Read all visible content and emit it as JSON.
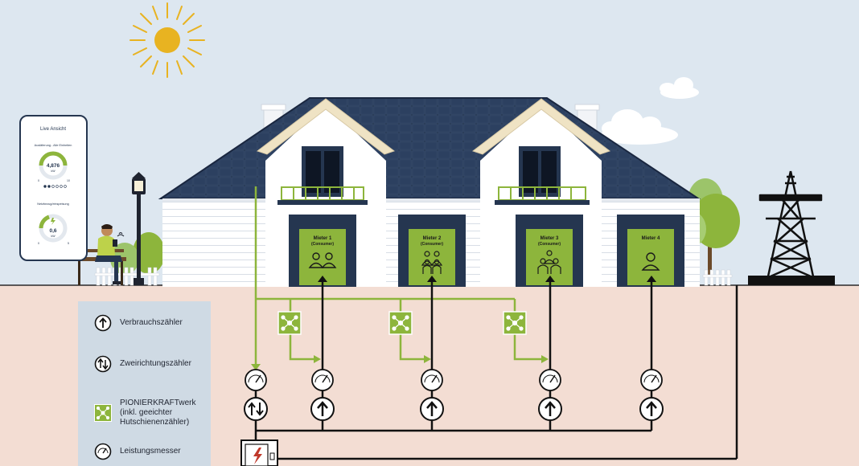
{
  "colors": {
    "sky": "#dde7f0",
    "ground": "#f3ddd3",
    "accent_green": "#8db53c",
    "roof_navy": "#253650",
    "sun": "#e8b321",
    "line_dark": "#111111"
  },
  "phone": {
    "title": "Live Ansicht",
    "section1_label": "Ausläferung - Alle Einheiten",
    "gauge1_value": "4,876",
    "gauge1_unit": "kW",
    "gauge1_min": "0",
    "gauge1_max": "10",
    "section2_label": "Netzbezug/einspeisung",
    "gauge2_value": "0,6",
    "gauge2_unit": "kW",
    "gauge2_min": "0",
    "gauge2_max": "5"
  },
  "tenants": [
    {
      "label": "Mieter 1",
      "sub": "(Consumer)",
      "icon": "two-people-icon"
    },
    {
      "label": "Mieter 2",
      "sub": "(Consumer)",
      "icon": "four-people-icon"
    },
    {
      "label": "Mieter 3",
      "sub": "(Consumer)",
      "icon": "three-people-icon"
    },
    {
      "label": "Mieter 4",
      "sub": "",
      "icon": "single-person-icon"
    }
  ],
  "legend": {
    "items": [
      {
        "icon": "arrow-up-meter-icon",
        "text": "Verbrauchszähler"
      },
      {
        "icon": "bidirectional-meter-icon",
        "text": "Zweirichtungszähler"
      },
      {
        "icon": "pionierkraftwerk-icon",
        "text": "PIONIERKRAFTwerk",
        "text2": "(inkl. geeichter",
        "text3": "Hutschienenzähler)"
      },
      {
        "icon": "power-gauge-icon",
        "text": "Leistungsmesser"
      }
    ]
  }
}
